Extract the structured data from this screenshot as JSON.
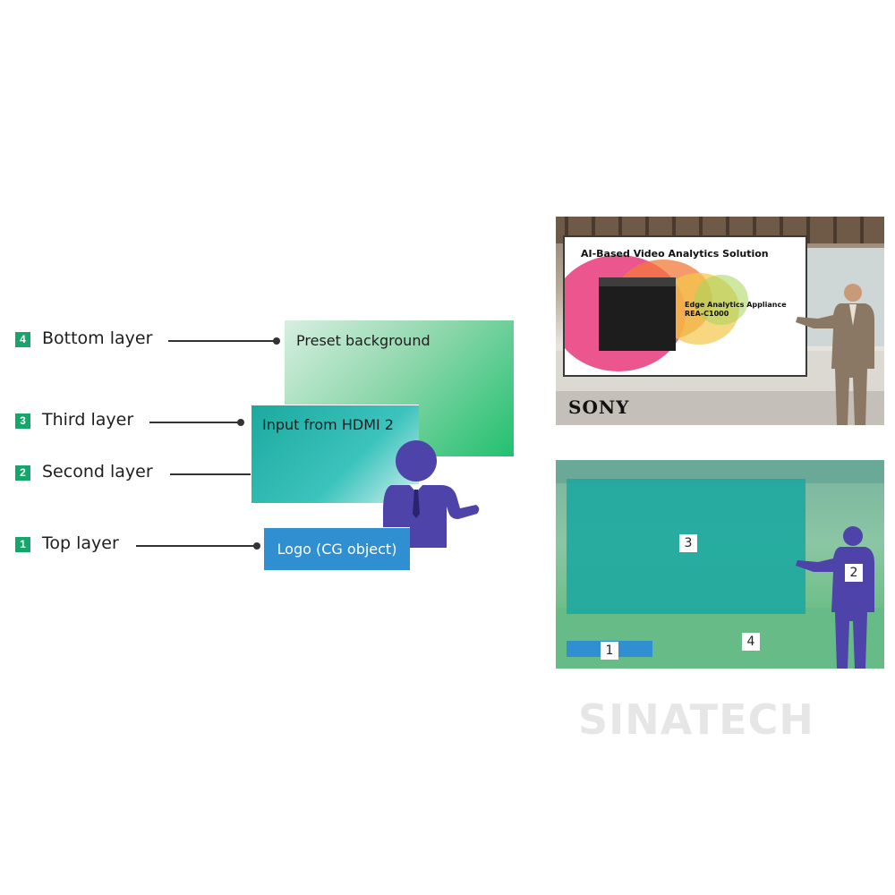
{
  "legend": [
    {
      "number": "4",
      "label": "Bottom layer"
    },
    {
      "number": "3",
      "label": "Third layer"
    },
    {
      "number": "2",
      "label": "Second layer"
    },
    {
      "number": "1",
      "label": "Top layer"
    }
  ],
  "diagram": {
    "preset_background": "Preset background",
    "input_hdmi": "Input from HDMI 2",
    "logo": "Logo (CG object)"
  },
  "screen_top": {
    "headline": "AI-Based Video Analytics Solution",
    "product_line1": "Edge Analytics Appliance",
    "product_line2": "REA-C1000",
    "brand_logo": "SONY"
  },
  "screen_bottom": {
    "markers": [
      "1",
      "2",
      "3",
      "4"
    ]
  },
  "watermark": "SINATECH",
  "colors": {
    "badge_green": "#16a56a",
    "preset_green": "#22c06e",
    "hdmi_teal": "#1ba99f",
    "logo_blue": "#2f8fd0",
    "presenter_purple": "#4d43a8"
  }
}
